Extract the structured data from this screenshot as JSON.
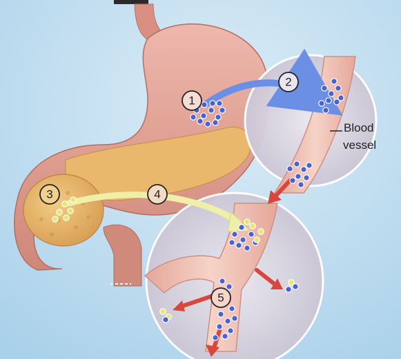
{
  "steps": [
    "1",
    "2",
    "3",
    "4",
    "5"
  ],
  "labels": {
    "blood_vessel_line1": "Blood",
    "blood_vessel_line2": "vessel"
  },
  "colors": {
    "background": "#b9dcee",
    "stomach": "#e4a39a",
    "pancreas": "#e8b76a",
    "vessel": "#f1c3b7",
    "circle": "#dcd7e4",
    "blue_particle": "#4a62d6",
    "yellow_particle": "#e9e86e",
    "blue_arrow": "#6b8fe4",
    "yellow_arrow": "#eef0a8",
    "red_arrow": "#d8473d"
  }
}
